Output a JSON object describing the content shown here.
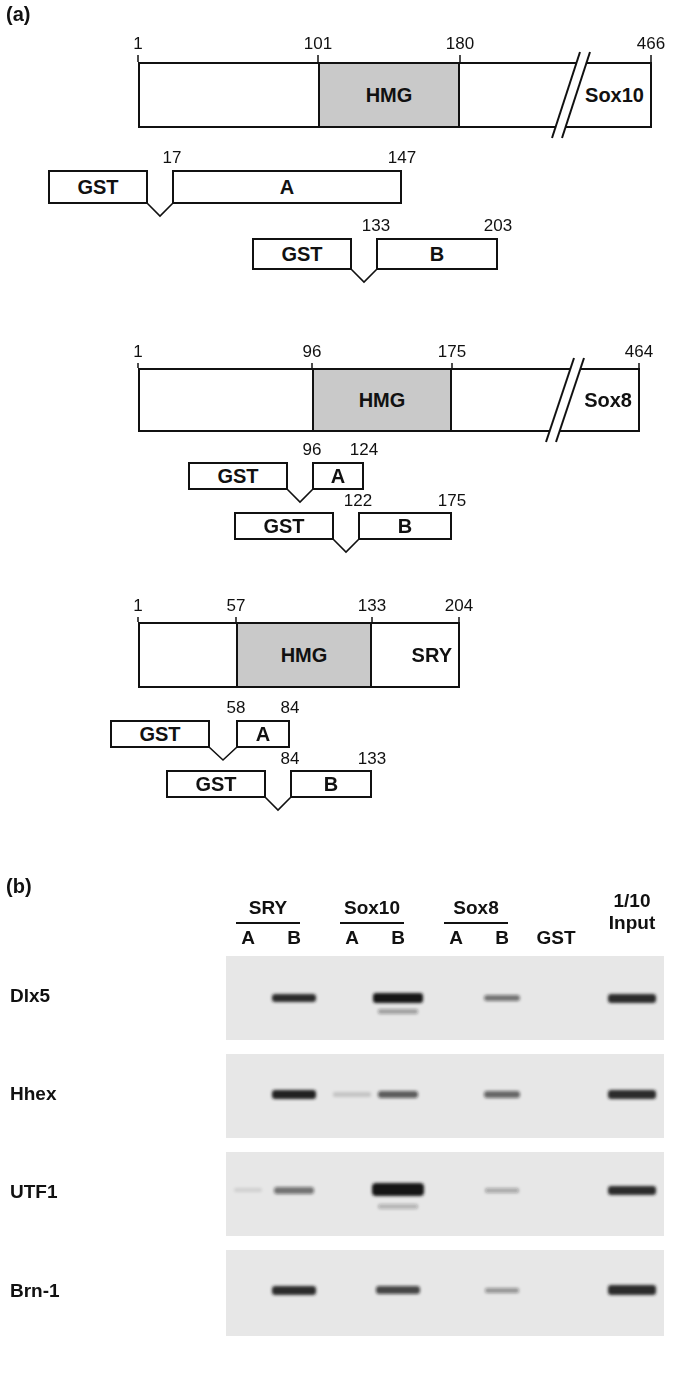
{
  "diagram": {
    "nodes": [
      {
        "text": [
          "Sox10"
        ]
      },
      {
        "text": [
          "HMG"
        ],
        "in": 0
      },
      {
        "text": [
          "GST"
        ]
      },
      {
        "text": [
          "A"
        ]
      },
      {
        "text": [
          "GST"
        ]
      },
      {
        "text": [
          "B"
        ]
      },
      {
        "text": [
          "Sox8"
        ]
      },
      {
        "text": [
          "HMG"
        ],
        "in": 6
      },
      {
        "text": [
          "GST"
        ]
      },
      {
        "text": [
          "A"
        ]
      },
      {
        "text": [
          "GST"
        ]
      },
      {
        "text": [
          "B"
        ]
      },
      {
        "text": [
          "SRY"
        ]
      },
      {
        "text": [
          "HMG"
        ],
        "in": 12
      },
      {
        "text": [
          "GST"
        ]
      },
      {
        "text": [
          "A"
        ]
      },
      {
        "text": [
          "GST"
        ]
      },
      {
        "text": [
          "B"
        ]
      }
    ],
    "edges": [
      {
        "from": 2,
        "to": 3,
        "arrow": "none"
      },
      {
        "from": 4,
        "to": 5,
        "arrow": "none"
      },
      {
        "from": 8,
        "to": 9,
        "arrow": "none"
      },
      {
        "from": 10,
        "to": 11,
        "arrow": "none"
      },
      {
        "from": 14,
        "to": 15,
        "arrow": "none"
      },
      {
        "from": 16,
        "to": 17,
        "arrow": "none"
      }
    ],
    "labels": [
      "(a)",
      "1",
      "101",
      "180",
      "466",
      "17",
      "147",
      "133",
      "203",
      "1",
      "96",
      "175",
      "464",
      "96",
      "124",
      "122",
      "175",
      "1",
      "57",
      "133",
      "204",
      "58",
      "84",
      "84",
      "133",
      "(b)",
      "SRY",
      "Sox10",
      "Sox8",
      "1/10 Input",
      "A",
      "B",
      "A",
      "B",
      "A",
      "B",
      "GST",
      "Dlx5",
      "Hhex",
      "UTF1",
      "Brn-1"
    ]
  }
}
